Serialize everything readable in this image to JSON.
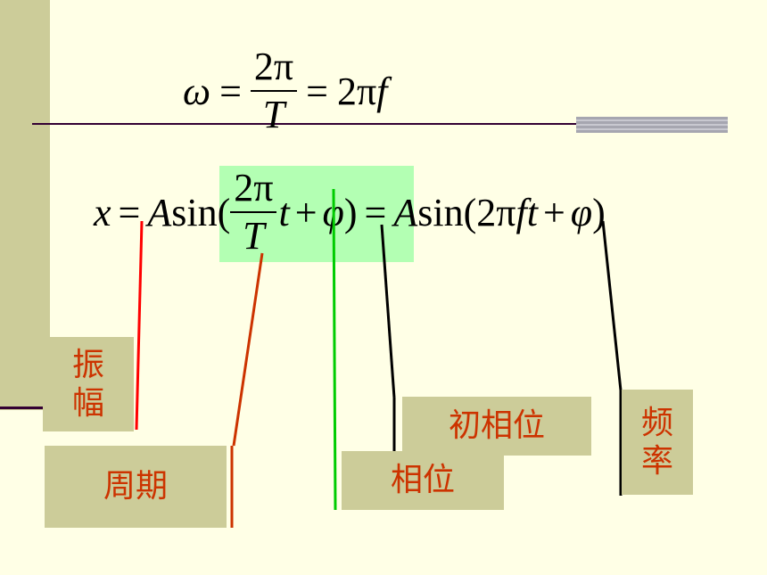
{
  "formula1": {
    "lhs": "ω",
    "eq": "=",
    "num": "2π",
    "den": "T",
    "eq2": "=",
    "rhs_coef": "2π",
    "rhs_var": "f"
  },
  "formula2": {
    "x": "x",
    "eq": "=",
    "A": "A",
    "sin_open": "sin(",
    "num": "2π",
    "den": "T",
    "t": "t",
    "plus": "+",
    "phi": "φ",
    "close": ")",
    "eq2": "=",
    "A2": "A",
    "sin2": "sin(2π",
    "f": "f",
    "t2": "t",
    "plus2": "+",
    "phi2": "φ",
    "close2": ")"
  },
  "labels": {
    "amplitude": "振幅",
    "period": "周期",
    "initial_phase": "初相位",
    "phase": "相位",
    "frequency": "频率"
  },
  "colors": {
    "background": "#ffffe6",
    "label_box": "#cccc99",
    "label_text": "#cc3300",
    "highlight": "#b3ffb3",
    "amplitude_line": "#ff0000",
    "period_line": "#cc3300",
    "phase_line": "#00cc00",
    "initial_phase_line": "#000000",
    "frequency_line": "#000000"
  }
}
